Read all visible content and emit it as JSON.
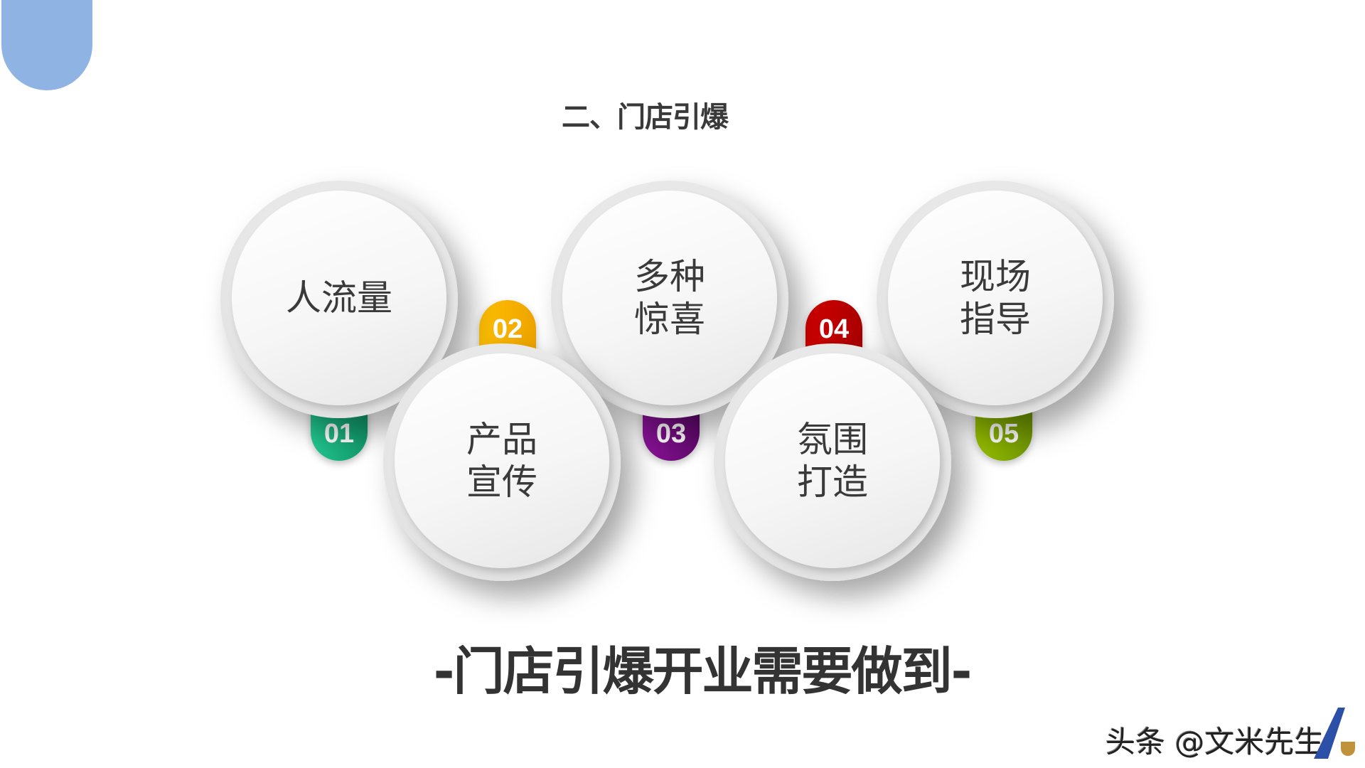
{
  "slide": {
    "title": "二、门店引爆",
    "slogan": "-门店引爆开业需要做到-",
    "watermark": "头条 @文米先生",
    "accent_blob_color": "#8fb4e3"
  },
  "items": [
    {
      "number": "01",
      "label": "人流量",
      "color": "#1db885"
    },
    {
      "number": "02",
      "label": "产品宣传",
      "color": "#f5b000"
    },
    {
      "number": "03",
      "label": "多种惊喜",
      "color": "#7b0a85"
    },
    {
      "number": "04",
      "label": "氛围打造",
      "color": "#c40000"
    },
    {
      "number": "05",
      "label": "现场指导",
      "color": "#86b000"
    }
  ]
}
